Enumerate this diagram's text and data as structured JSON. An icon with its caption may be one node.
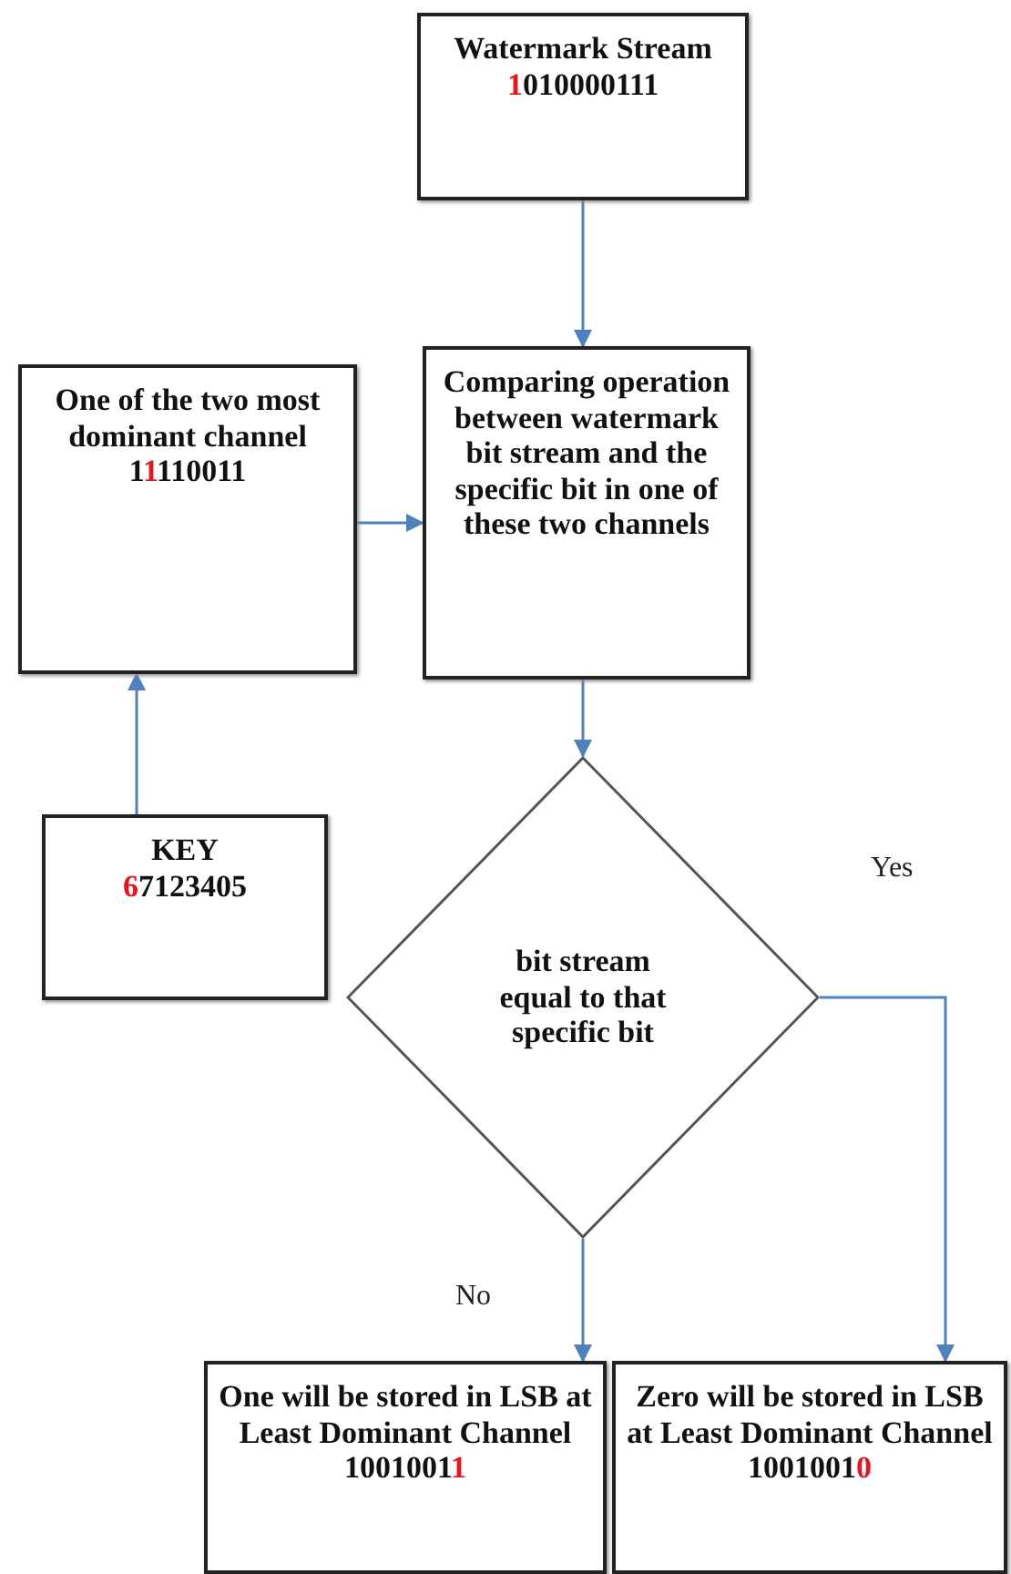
{
  "diagram": {
    "nodes": [
      {
        "text": [
          "Watermark Stream",
          "1010000111"
        ]
      },
      {
        "text": [
          "One of the two most dominant channel",
          "11110011"
        ]
      },
      {
        "text": [
          "Comparing operation between watermark bit stream and the specific bit in one of these two channels"
        ]
      },
      {
        "text": [
          "KEY",
          "67123405"
        ]
      },
      {
        "text": [
          "bit stream equal to that specific bit"
        ]
      },
      {
        "text": [
          "One will be stored in LSB at Least Dominant Channel",
          "10010011"
        ]
      },
      {
        "text": [
          "Zero will be stored in LSB at Least Dominant Channel",
          "10010010"
        ]
      }
    ],
    "edges": [
      {
        "from": 0,
        "to": 2,
        "arrow": "to"
      },
      {
        "from": 1,
        "to": 2,
        "arrow": "to"
      },
      {
        "from": 3,
        "to": 1,
        "arrow": "to"
      },
      {
        "from": 2,
        "to": 4,
        "arrow": "to"
      },
      {
        "from": 4,
        "to": 5,
        "arrow": "to",
        "label": "No"
      },
      {
        "from": 4,
        "to": 6,
        "arrow": "to",
        "label": "Yes"
      }
    ]
  }
}
